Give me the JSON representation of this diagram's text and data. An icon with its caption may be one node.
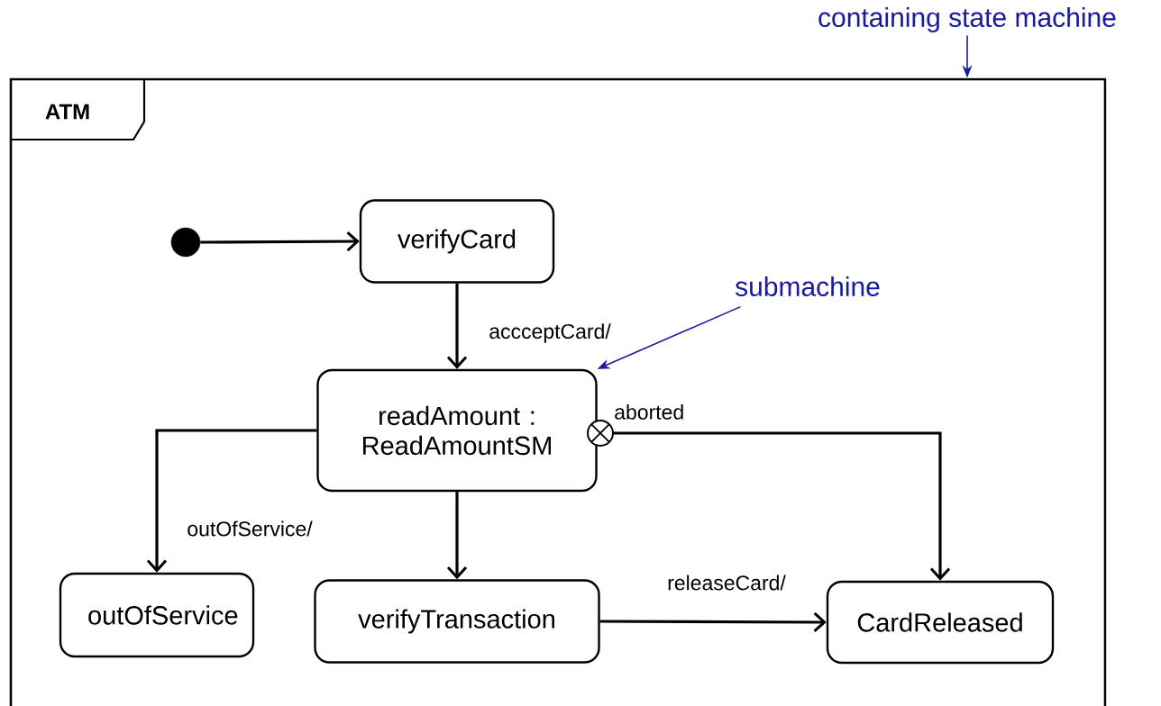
{
  "diagram": {
    "nodes": [
      {
        "text": [
          "ATM"
        ]
      },
      {
        "text": [],
        "shape": "circle",
        "in": 0
      },
      {
        "text": [
          "verifyCard"
        ],
        "in": 0
      },
      {
        "text": [
          "readAmount : ReadAmountSM"
        ],
        "in": 0
      },
      {
        "text": [],
        "shape": "circle",
        "beside": [
          "aborted"
        ],
        "in": 0
      },
      {
        "text": [
          "outOfService"
        ],
        "in": 0
      },
      {
        "text": [
          "verifyTransaction"
        ],
        "in": 0
      },
      {
        "text": [
          "CardReleased"
        ],
        "in": 0
      },
      {
        "text": [
          "submachine"
        ],
        "in": 0
      },
      {
        "text": [
          "containing state machine"
        ]
      }
    ],
    "edges": [
      {
        "from": 1,
        "to": 2,
        "arrow": "to"
      },
      {
        "from": 2,
        "to": 3,
        "arrow": "to",
        "label": "accceptCard/"
      },
      {
        "from": 3,
        "to": 5,
        "arrow": "to",
        "label": "outOfService/"
      },
      {
        "from": 3,
        "to": 6,
        "arrow": "to"
      },
      {
        "from": 4,
        "to": 7,
        "arrow": "to"
      },
      {
        "from": 6,
        "to": 7,
        "arrow": "to",
        "label": "releaseCard/"
      },
      {
        "from": 8,
        "to": 3,
        "arrow": "to",
        "color": "#1a1aa0"
      },
      {
        "from": 9,
        "to": 0,
        "arrow": "to",
        "color": "#1a1aa0"
      }
    ]
  }
}
